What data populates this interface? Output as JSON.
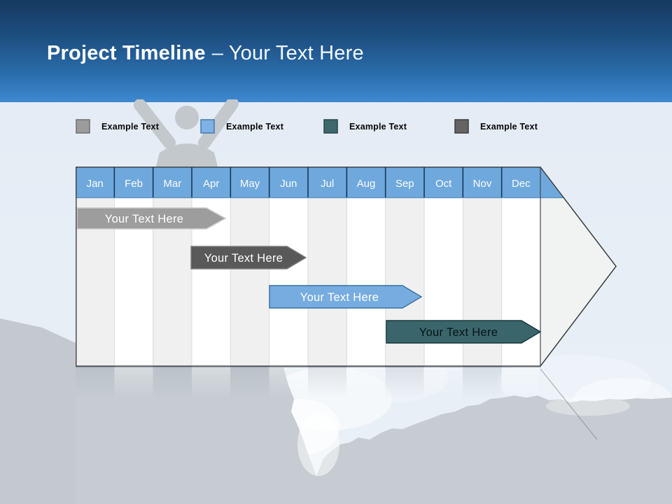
{
  "header": {
    "title_bold": "Project Timeline",
    "title_light": "– Your Text Here"
  },
  "legend": {
    "items": [
      {
        "label": "Example Text",
        "color": "#9c9c9c",
        "border": "#6e6e6e"
      },
      {
        "label": "Example Text",
        "color": "#7fb2e4",
        "border": "#4779ae"
      },
      {
        "label": "Example Text",
        "color": "#3e686c",
        "border": "#27474b"
      },
      {
        "label": "Example Text",
        "color": "#646464",
        "border": "#3c3c3c"
      }
    ]
  },
  "timeline": {
    "months": [
      "Jan",
      "Feb",
      "Mar",
      "Apr",
      "May",
      "Jun",
      "Jul",
      "Aug",
      "Sep",
      "Oct",
      "Nov",
      "Dec"
    ],
    "header_color": "#6fa8dc",
    "bars": [
      {
        "label": "Your Text Here",
        "fill": "#9d9d9d",
        "text_color": "#ffffff"
      },
      {
        "label": "Your Text Here",
        "fill": "#595959",
        "text_color": "#ffffff"
      },
      {
        "label": "Your Text Here",
        "fill": "#76acdf",
        "text_color": "#ffffff"
      },
      {
        "label": "Your Text Here",
        "fill": "#3a666b",
        "text_color": "#061418"
      }
    ]
  }
}
